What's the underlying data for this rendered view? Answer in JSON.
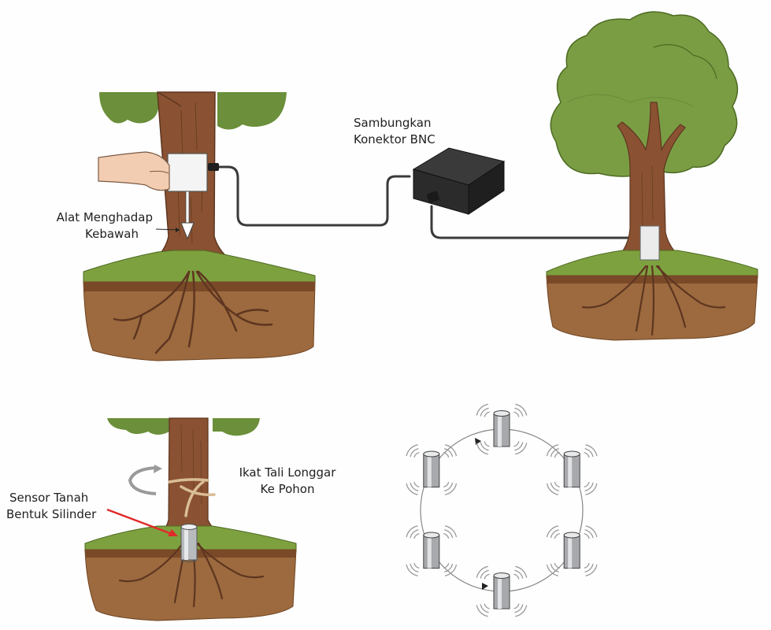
{
  "title": "Soil sensor and tree sensor installation diagram",
  "colors": {
    "background": "#fefefe",
    "trunk": "#8a5232",
    "trunk_dark": "#5e3520",
    "foliage": "#6b8f3a",
    "foliage_light": "#86a84e",
    "grass": "#7ea13f",
    "soil": "#9c6a3e",
    "soil_dark": "#6e4322",
    "cable": "#3a3a3a",
    "box": "#2b2b2b",
    "device": "#f4f4f4",
    "sensor_metal": "#b8bbbe",
    "skin": "#f2cdb2",
    "rope": "#d9bd95",
    "rotation_arrow": "#9a9a9a",
    "pointer_arrow": "#e02a2a",
    "text": "#1f1f1f"
  },
  "labels": {
    "device_orientation": [
      "Alat Menghadap",
      "Kebawah"
    ],
    "bnc_connector": [
      "Sambungkan",
      "Konektor BNC"
    ],
    "soil_sensor": [
      "Sensor Tanah",
      "Bentuk Silinder"
    ],
    "rope": [
      "Ikat Tali Longgar",
      "Ke Pohon"
    ]
  },
  "panels": [
    {
      "id": "handheld-attach",
      "description": "Hand attaching device to tree trunk, arrow pointing down"
    },
    {
      "id": "bnc-box",
      "description": "Black junction box with BNC cables"
    },
    {
      "id": "full-tree",
      "description": "Tree with device mounted on trunk connected by cable"
    },
    {
      "id": "soil-sensor-install",
      "description": "Cylindrical soil sensor at tree base with rope tied loosely"
    },
    {
      "id": "sensor-ring",
      "description": "Six wireless cylindrical sensors arranged in a circle"
    }
  ],
  "sensor_ring": {
    "node_count": 6
  }
}
